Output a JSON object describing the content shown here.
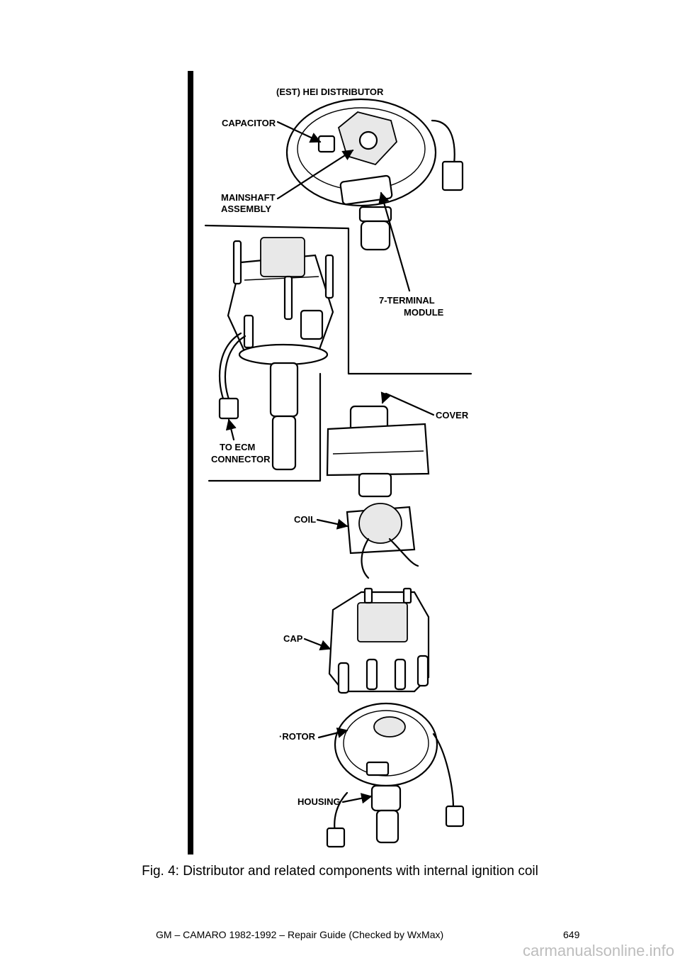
{
  "figure": {
    "labels": {
      "title": "(EST) HEI DISTRIBUTOR",
      "capacitor": "CAPACITOR",
      "mainshaft_1": "MAINSHAFT",
      "mainshaft_2": "ASSEMBLY",
      "module_1": "7-TERMINAL",
      "module_2": "MODULE",
      "ecm_1": "TO ECM",
      "ecm_2": "CONNECTOR",
      "cover": "COVER",
      "coil": "COIL",
      "cap": "CAP",
      "rotor": "·ROTOR",
      "housing": "HOUSING"
    },
    "caption": "Fig. 4: Distributor and related components with internal ignition coil"
  },
  "footer": {
    "guide": "GM – CAMARO 1982-1992 – Repair Guide (Checked by WxMax)",
    "page_number": "649"
  },
  "watermark": "carmanualsonline.info"
}
